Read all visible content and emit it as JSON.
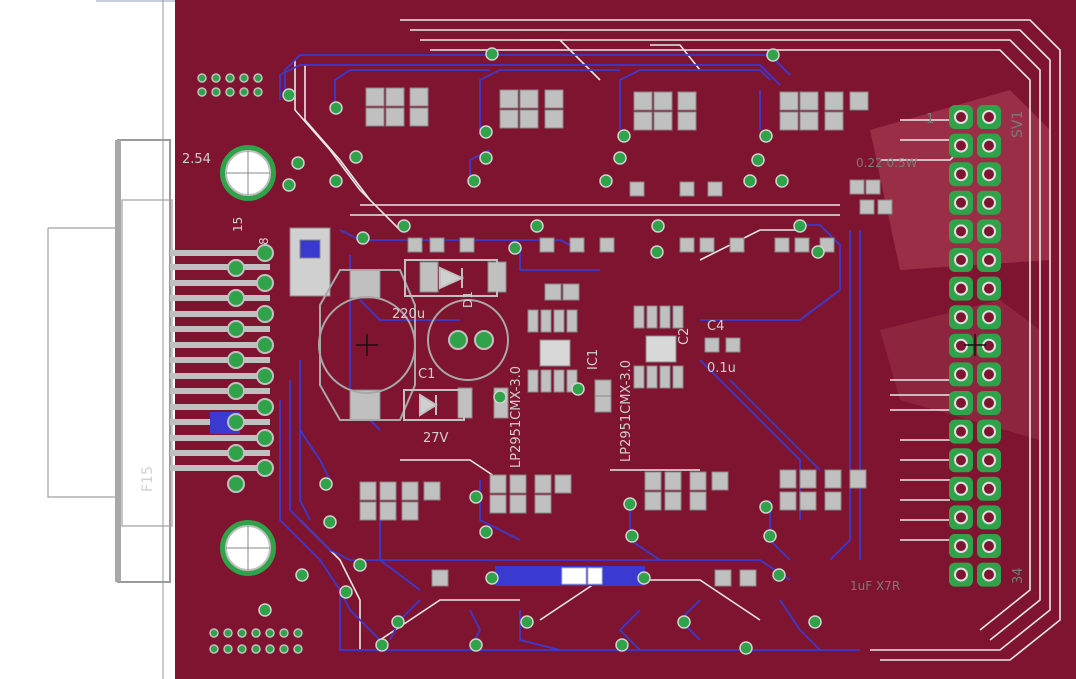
{
  "colors": {
    "board": "#7f1430",
    "board_edge": "#6a0f27",
    "pour_light": "#b0445a",
    "trace_top": "#e0e0e0",
    "trace_bottom": "#3a3ad0",
    "pad": "#c0c0c0",
    "via_ring": "#2fa24a",
    "outline": "#9a9a9a",
    "background": "#ffffff",
    "dark_silk": "#7a7a7a"
  },
  "labels": {
    "grid_size": "2.54",
    "connector_name": "F15",
    "pin_top": "15",
    "pin_bottom": "8",
    "header_name": "SV1",
    "header_pin_first": "1",
    "header_pin_last": "34",
    "cap_220u": "220u",
    "cap_c1": "C1",
    "cap_c2": "C2",
    "cap_c4": "C4",
    "cap_c4_val": "0.1u",
    "diode_27v": "27V",
    "diode_d1": "D1",
    "reg_a": "LP2951CMX-3.0",
    "reg_b": "LP2951CMX-3.0",
    "ic1": "IC1",
    "cap_1uf": "1uF X7R",
    "top_res": "0.22 0.5W"
  },
  "icons": {
    "mount_hole_top": "mount-hole-icon",
    "mount_hole_bottom": "mount-hole-icon",
    "crosshair": "crosshair-icon"
  }
}
